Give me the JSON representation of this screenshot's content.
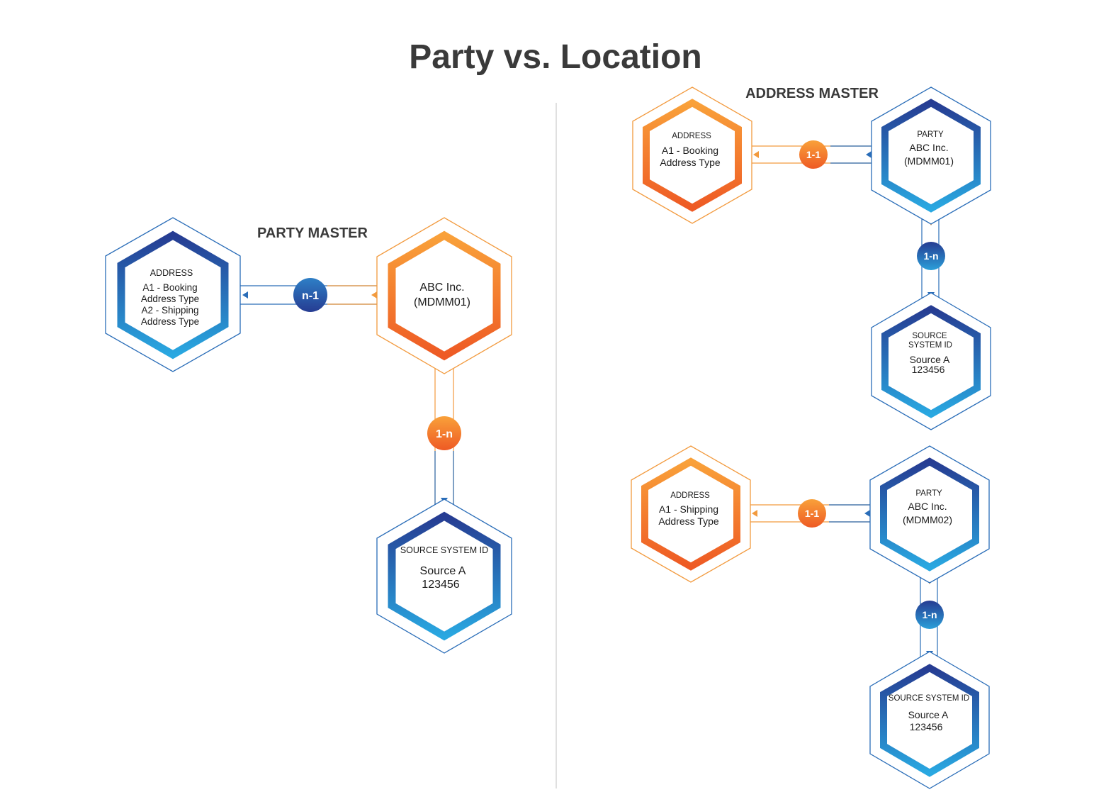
{
  "title": "Party vs. Location",
  "colors": {
    "blue_dark": "#263C92",
    "blue_light": "#29A8E1",
    "orange_light": "#F9A13A",
    "orange_dark": "#EE5A24",
    "divider": "#cccccc",
    "text": "#3a3a3a"
  },
  "party_master": {
    "heading": "PARTY MASTER",
    "address_node": {
      "caption": "ADDRESS",
      "lines": [
        "A1 - Booking",
        "Address Type",
        "A2 - Shipping",
        "Address Type"
      ]
    },
    "party_node": {
      "caption": "",
      "lines": [
        "ABC Inc.",
        "(MDMM01)"
      ]
    },
    "source_node": {
      "caption": "SOURCE SYSTEM ID",
      "lines": [
        "Source A",
        "123456"
      ]
    },
    "relation_address": "n-1",
    "relation_source": "1-n"
  },
  "address_master": {
    "heading": "ADDRESS MASTER",
    "groups": [
      {
        "address_node": {
          "caption": "ADDRESS",
          "lines": [
            "A1 - Booking",
            "Address Type"
          ]
        },
        "party_node": {
          "caption": "PARTY",
          "lines": [
            "ABC Inc.",
            "(MDMM01)"
          ]
        },
        "source_node": {
          "caption_lines": [
            "SOURCE",
            "SYSTEM ID"
          ],
          "lines": [
            "Source A",
            "123456"
          ]
        },
        "relation_address": "1-1",
        "relation_source": "1-n"
      },
      {
        "address_node": {
          "caption": "ADDRESS",
          "lines": [
            "A1 - Shipping",
            "Address Type"
          ]
        },
        "party_node": {
          "caption": "PARTY",
          "lines": [
            "ABC Inc.",
            "(MDMM02)"
          ]
        },
        "source_node": {
          "caption_lines": [
            "SOURCE SYSTEM ID"
          ],
          "lines": [
            "Source A",
            "123456"
          ]
        },
        "relation_address": "1-1",
        "relation_source": "1-n"
      }
    ]
  }
}
